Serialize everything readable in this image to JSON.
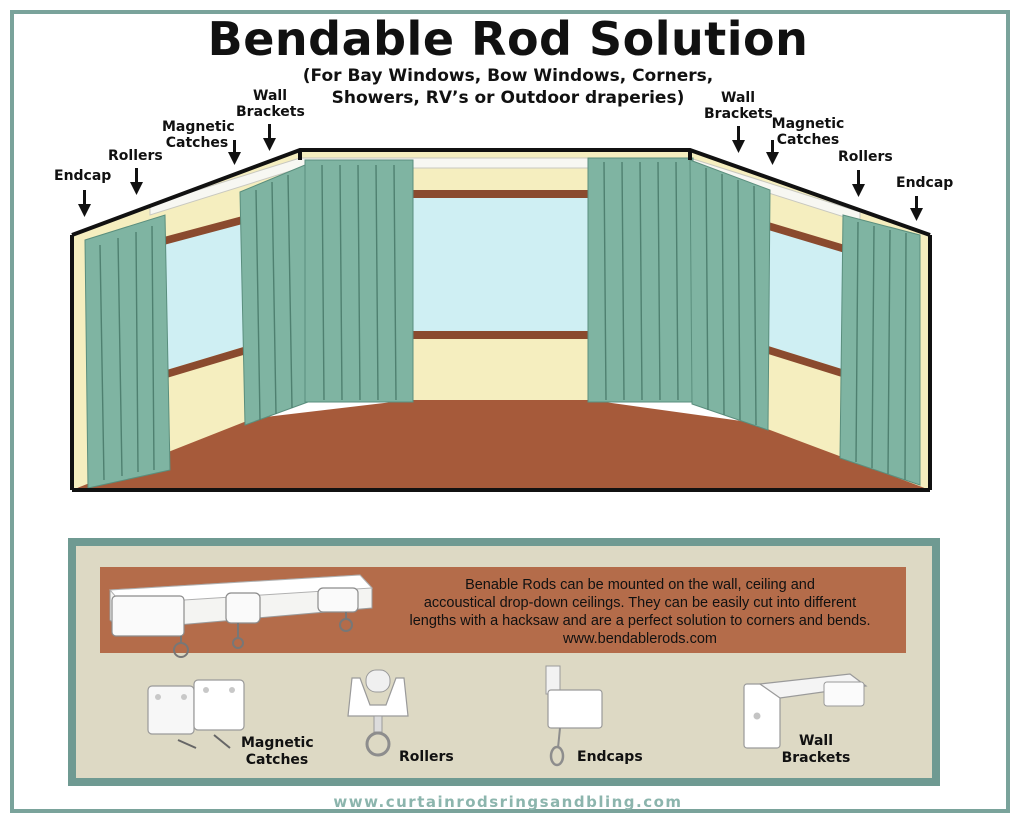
{
  "title": "Bendable Rod Solution",
  "subtitle_line1": "(For Bay Windows, Bow Windows, Corners,",
  "subtitle_line2": "Showers, RV’s or Outdoor draperies)",
  "callouts": {
    "left_endcap": "Endcap",
    "left_rollers": "Rollers",
    "left_magnetic_1": "Magnetic",
    "left_magnetic_2": "Catches",
    "left_wall_1": "Wall",
    "left_wall_2": "Brackets",
    "right_wall_1": "Wall",
    "right_wall_2": "Brackets",
    "right_magnetic_1": "Magnetic",
    "right_magnetic_2": "Catches",
    "right_rollers": "Rollers",
    "right_endcap": "Endcap"
  },
  "description": {
    "line1": "Benable Rods can be mounted on the wall, ceiling and",
    "line2": "accoustical drop-down ceilings. They can be easily cut into different",
    "line3": "lengths with a hacksaw and are a perfect solution to corners and bends.",
    "line4": "www.bendablerods.com"
  },
  "parts": {
    "magnetic_1": "Magnetic",
    "magnetic_2": "Catches",
    "rollers": "Rollers",
    "endcaps": "Endcaps",
    "wall_1": "Wall",
    "wall_2": "Brackets"
  },
  "footer": "www.curtainrodsringsandbling.com",
  "colors": {
    "frame": "#7aa39b",
    "wall": "#f5eebf",
    "floor": "#a65a3a",
    "curtain": "#7fb4a2",
    "window": "#cfeff3",
    "sill": "#8a4a2e",
    "panel_bg": "#ddd9c4",
    "banner": "#b46c4a",
    "footer_text": "#8cb5ad"
  }
}
